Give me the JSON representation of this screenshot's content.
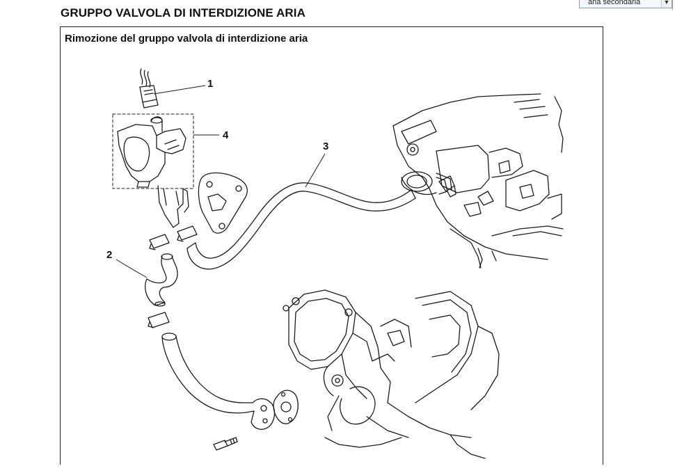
{
  "document": {
    "title": "GRUPPO VALVOLA DI INTERDIZIONE ARIA",
    "figure_caption": "Rimozione del gruppo valvola di interdizione aria"
  },
  "callouts": [
    "1",
    "2",
    "3",
    "4"
  ],
  "dropdown": {
    "selected_value": "aria secondaria",
    "arrow_icon": "chevron-down-icon"
  }
}
